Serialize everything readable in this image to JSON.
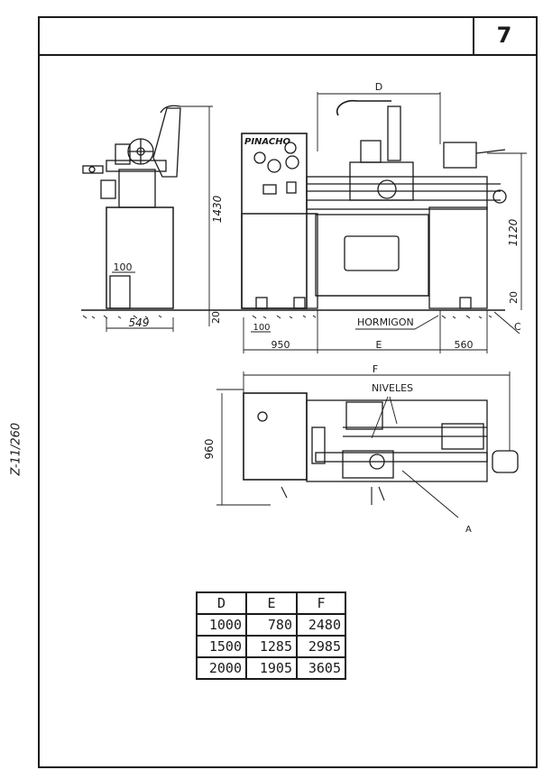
{
  "header": {
    "page_number": "7"
  },
  "side_code": "Z-11/260",
  "side_view": {
    "height_label": "1430",
    "width_label": "549",
    "base_label": "100",
    "floor_label": "20"
  },
  "front_view": {
    "brand_label": "PINACHO",
    "d_label": "D",
    "height_label": "1120",
    "base_label": "20",
    "concrete_label": "HORMIGON",
    "c_label": "C",
    "left_label": "950",
    "e_label": "E",
    "right_label": "560",
    "foot_label": "100"
  },
  "plan_view": {
    "f_label": "F",
    "levels_label": "NIVELES",
    "depth_label": "960",
    "a_label": "A"
  },
  "dimensions_table": {
    "headers": [
      "D",
      "E",
      "F"
    ],
    "rows": [
      [
        "1000",
        "780",
        "2480"
      ],
      [
        "1500",
        "1285",
        "2985"
      ],
      [
        "2000",
        "1905",
        "3605"
      ]
    ]
  }
}
